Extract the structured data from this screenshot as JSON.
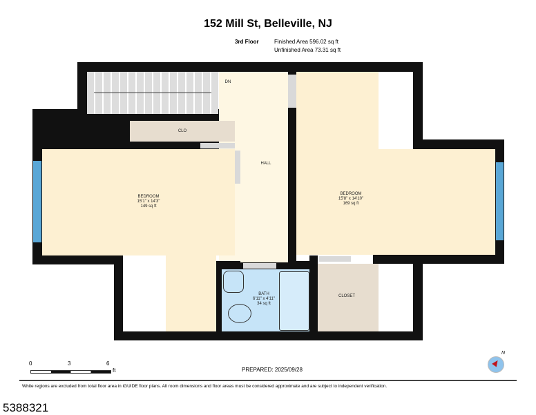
{
  "header": {
    "title": "152 Mill St, Belleville, NJ",
    "floor": "3rd Floor",
    "finished_area": "Finished Area 596.02 sq ft",
    "unfinished_area": "Unfinished Area 73.31 sq ft"
  },
  "rooms": {
    "stairs": {
      "label": "DN"
    },
    "clo": {
      "label": "CLO"
    },
    "hall": {
      "label": "HALL"
    },
    "bedroom_left": {
      "name": "BEDROOM",
      "dims": "15'1\" x 14'3\"",
      "area": "149 sq ft"
    },
    "bedroom_right": {
      "name": "BEDROOM",
      "dims": "15'8\" x 14'10\"",
      "area": "169 sq ft"
    },
    "bath": {
      "name": "BATH",
      "dims": "6'11\" x 4'11\"",
      "area": "34 sq ft"
    },
    "closet": {
      "label": "CLOSET"
    }
  },
  "scale": {
    "ticks": [
      "0",
      "3",
      "6"
    ],
    "unit": "ft"
  },
  "compass": {
    "label": "N"
  },
  "prepared": "PREPARED: 2025/09/28",
  "disclaimer": "White regions are excluded from total floor area in iGUIDE floor plans. All room dimensions and floor areas must be considered approximate and are subject to independent verification.",
  "listing_id": "5388321"
}
